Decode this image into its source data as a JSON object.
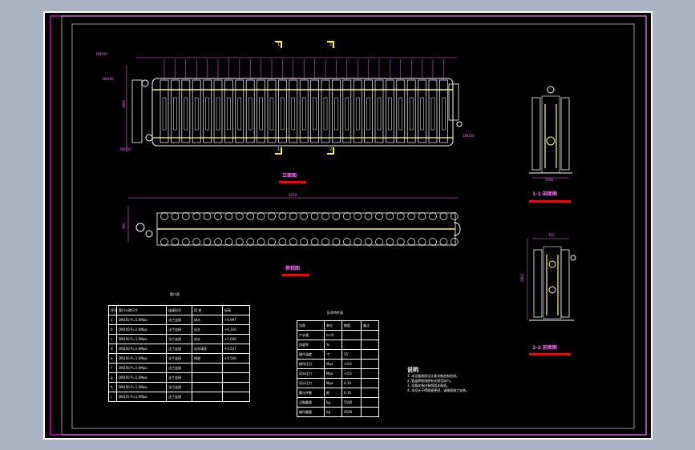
{
  "front_view": {
    "title": "立面图",
    "section_marks": [
      "1",
      "2",
      "1",
      "2"
    ],
    "dim_height": "2800",
    "annotations": [
      "DN150",
      "DN150",
      "DN150",
      "DN150"
    ]
  },
  "plan_view": {
    "title": "俯视图",
    "dim_length": "9250",
    "dim_width": "900"
  },
  "section_1": {
    "title": "1-1 剖面图",
    "dim_width": "1200"
  },
  "section_2": {
    "title": "2-2 剖面图",
    "dim_top": "700",
    "dim_height": "2800"
  },
  "nozzle_table": {
    "title": "管口表",
    "headers": [
      "序号",
      "管口公称尺寸",
      "连接形式",
      "用  途",
      "标高"
    ],
    "rows": [
      [
        "a",
        "DN150 P=1.0Mpa",
        "法兰连接",
        "进水",
        "+0.997"
      ],
      [
        "b",
        "DN150 P=1.0Mpa",
        "法兰连接",
        "出水",
        "+0.316"
      ],
      [
        "c",
        "DN150 P=1.0Mpa",
        "法兰连接",
        "浓水",
        "+1.006"
      ],
      [
        "d",
        "DN150 P=1.0Mpa",
        "法兰连接",
        "化学清洗",
        "+0.527"
      ],
      [
        "e",
        "DN150 P=1.0Mpa",
        "法兰连接",
        "排放",
        "+0.500"
      ],
      [
        "f",
        "DN150 P=1.0Mpa",
        "法兰连接",
        "",
        ""
      ],
      [
        "g",
        "DN150 P=1.0Mpa",
        "法兰连接",
        "",
        ""
      ],
      [
        "h",
        "DN150 P=1.0Mpa",
        "法兰连接",
        "",
        ""
      ],
      [
        "i",
        "DN125 P=1.0Mpa",
        "法兰连接",
        "",
        ""
      ]
    ]
  },
  "tech_table": {
    "title": "技术特性表",
    "headers": [
      "名称",
      "单位",
      "数值",
      "备注"
    ],
    "rows": [
      [
        "产水量",
        "m³/h",
        "",
        ""
      ],
      [
        "回收率",
        "%",
        "",
        ""
      ],
      [
        "操作温度",
        "℃",
        "25",
        ""
      ],
      [
        "操作压力",
        "Mpa",
        "<0.6",
        ""
      ],
      [
        "进水压力",
        "Mpa",
        "<0.6",
        ""
      ],
      [
        "设计压力",
        "Mpa",
        "0.10",
        ""
      ],
      [
        "膜元件数",
        "根",
        "0.10",
        ""
      ],
      [
        "设备重量",
        "kg",
        "5500",
        ""
      ],
      [
        "操作重量",
        "kg",
        "4500",
        ""
      ]
    ]
  },
  "notes": {
    "title": "说明",
    "items": [
      "1. 本设备按照设计要求制造和验收。",
      "2. 管道焊接按照有关规范执行。",
      "3. 设备安装应参照相关图纸。",
      "4. 本设计不得随意更改，请按图施工安装。"
    ]
  },
  "colors": {
    "background": "#000000",
    "frame_outer": "#ffffff",
    "frame_inner": "#ff00ff",
    "module_outline": "#ffffff",
    "pipe_header": "#ffff66",
    "dimension": "#ff66ff",
    "section_mark": "#ffff00",
    "title_underline": "#ff0000"
  }
}
